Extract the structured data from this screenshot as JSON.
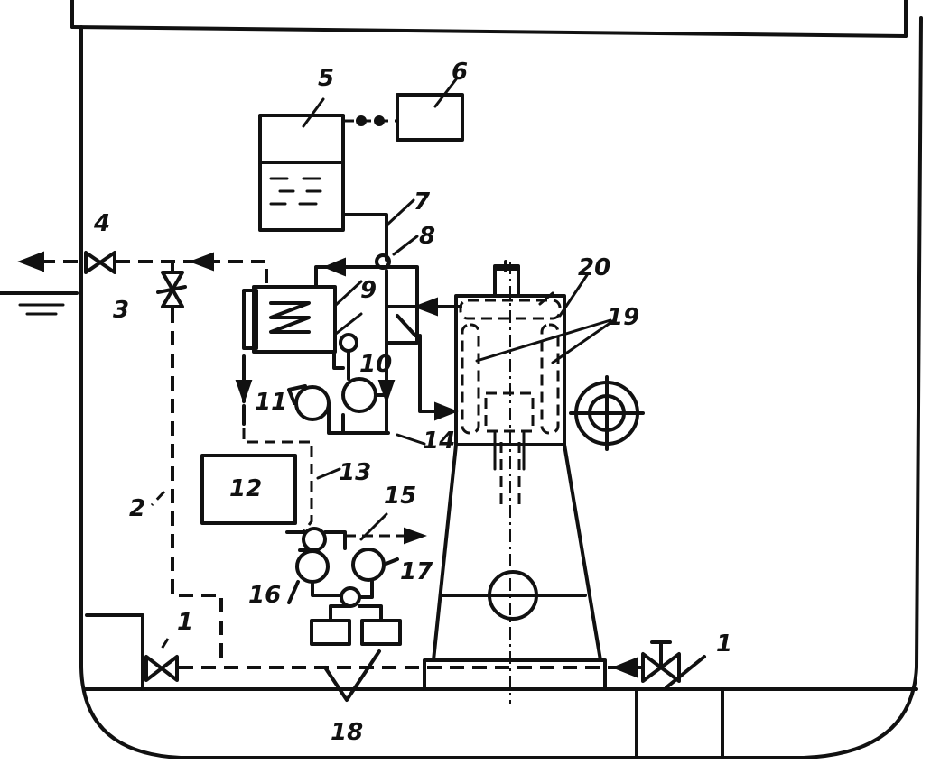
{
  "diagram": {
    "labels": {
      "l1_left": "1",
      "l1_right": "1",
      "l2": "2",
      "l3": "3",
      "l4": "4",
      "l5": "5",
      "l6": "6",
      "l7": "7",
      "l8": "8",
      "l9": "9",
      "l10": "10",
      "l11": "11",
      "l12": "12",
      "l13": "13",
      "l14": "14",
      "l15": "15",
      "l16": "16",
      "l17": "17",
      "l18": "18",
      "l19": "19",
      "l20": "20"
    },
    "colors": {
      "ink": "#111111",
      "paper": "#ffffff"
    }
  }
}
